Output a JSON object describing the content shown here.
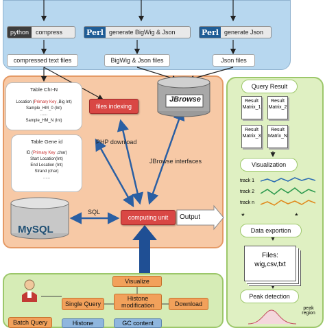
{
  "top": {
    "python_badge": "python",
    "python_action": "compress",
    "perl_badge_1": "Perl",
    "perl_action_1": "generate BigWig & Json",
    "perl_badge_2": "Perl",
    "perl_action_2": "generate Json",
    "output_1": "compressed text files",
    "output_2": "BigWig & Json files",
    "output_3": "Json files"
  },
  "middle": {
    "table_chr": {
      "title": "Table Chr-N",
      "rows": [
        {
          "pre": "Location (",
          "pk": "Primary Key",
          "post": " ,Big Int)"
        },
        {
          "pre": "Sample_HM_0 (Int)",
          "pk": "",
          "post": ""
        },
        {
          "pre": "......",
          "pk": "",
          "post": ""
        },
        {
          "pre": "Sample_HM_N (Int)",
          "pk": "",
          "post": ""
        }
      ]
    },
    "table_gene": {
      "title": "Table Gene id",
      "rows": [
        {
          "pre": "ID (",
          "pk": "Primary Key",
          "post": " ,char)"
        },
        {
          "pre": "Start Location(Int)",
          "pk": "",
          "post": ""
        },
        {
          "pre": "End Location (Int)",
          "pk": "",
          "post": ""
        },
        {
          "pre": "Strand (char)",
          "pk": "",
          "post": ""
        },
        {
          "pre": "......",
          "pk": "",
          "post": ""
        }
      ]
    },
    "files_indexing": "files indexing",
    "jbrowse_logo": "JBrowse",
    "php_download": "PHP download",
    "jbrowse_interfaces": "JBrowse interfaces",
    "sql_label": "SQL",
    "computing_unit": "computing unit",
    "output": "Output",
    "mysql_logo": "MySQL"
  },
  "right": {
    "query_result": "Query Result",
    "matrices": [
      "Result Matrix_1",
      "Result Matrix_2",
      "Result Matrix_3",
      "Result Matrix_N"
    ],
    "visualization": "Visualization",
    "tracks": [
      "track 1",
      "track 2",
      "track n"
    ],
    "track_colors": [
      "#2f6fb3",
      "#2e9a4f",
      "#e08a1e"
    ],
    "data_exportion": "Data exportion",
    "files_title": "Files:",
    "files_formats": "wig,csv,txt",
    "peak_detection": "Peak detection",
    "peak_region": "peak region"
  },
  "bottom": {
    "visualize": "Visualize",
    "single_query": "Single Query",
    "histone_modification": "Histone modification",
    "download": "Download",
    "batch_query": "Batch Query",
    "histone": "Histone",
    "gc_content": "GC content"
  }
}
